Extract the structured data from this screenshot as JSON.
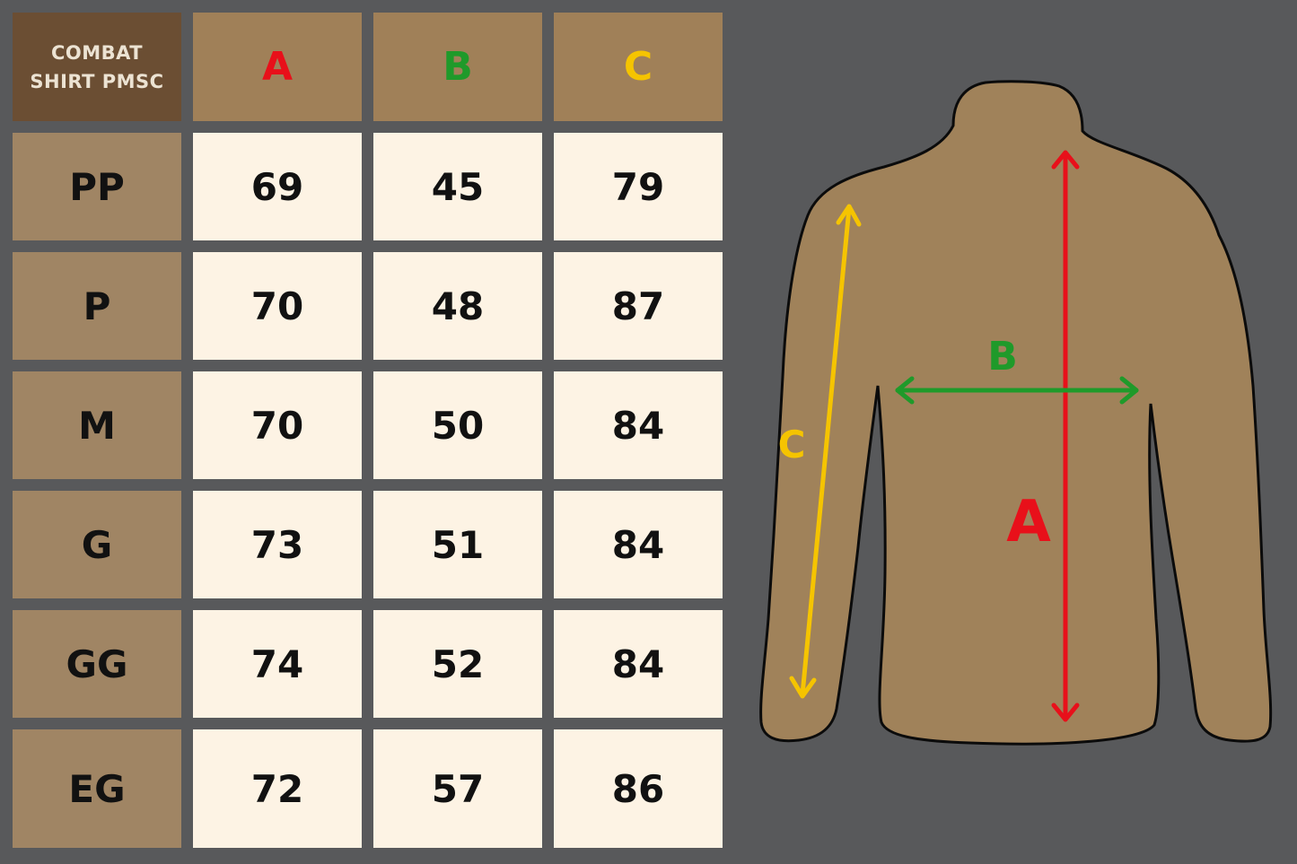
{
  "table": {
    "corner_label": [
      "COMBAT",
      "SHIRT PMSC"
    ],
    "columns": [
      {
        "label": "A",
        "color": "#e8101a"
      },
      {
        "label": "B",
        "color": "#1f9a2a"
      },
      {
        "label": "C",
        "color": "#f5c400"
      }
    ],
    "rows": [
      {
        "size": "PP",
        "values": [
          "69",
          "45",
          "79"
        ]
      },
      {
        "size": "P",
        "values": [
          "70",
          "48",
          "87"
        ]
      },
      {
        "size": "M",
        "values": [
          "70",
          "50",
          "84"
        ]
      },
      {
        "size": "G",
        "values": [
          "73",
          "51",
          "84"
        ]
      },
      {
        "size": "GG",
        "values": [
          "74",
          "52",
          "84"
        ]
      },
      {
        "size": "EG",
        "values": [
          "72",
          "57",
          "86"
        ]
      }
    ]
  },
  "diagram": {
    "label_a": "A",
    "label_b": "B",
    "label_c": "C",
    "shirt_color": "#a0825a",
    "color_a": "#e8101a",
    "color_b": "#1f9a2a",
    "color_c": "#f5c400"
  }
}
